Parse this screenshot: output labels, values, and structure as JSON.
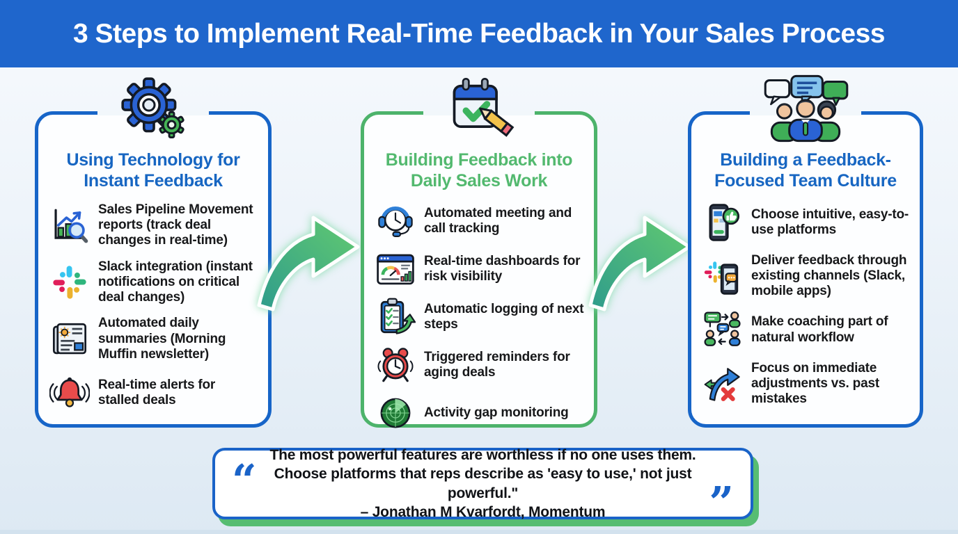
{
  "header": {
    "title": "3 Steps to Implement Real-Time Feedback in Your Sales Process"
  },
  "colors": {
    "header_bg": "#1f66cc",
    "card_border_blue": "#1765c8",
    "card_border_green": "#4db36b",
    "title_blue": "#1766c2",
    "title_green": "#53b96f",
    "body_text": "#17181a",
    "arrow_gradient_start": "#2f9c8c",
    "arrow_gradient_end": "#62ca70",
    "quote_border": "#1a63c8",
    "quote_shadow_green": "#57bd72",
    "slack_blue": "#36C5F0",
    "slack_green": "#2EB67D",
    "slack_yellow": "#ECB22E",
    "slack_red": "#E01E5A"
  },
  "cards": [
    {
      "id": "technology",
      "accent": "blue",
      "icon": "gears-icon",
      "title": "Using Technology for Instant Feedback",
      "items": [
        {
          "icon": "pipeline-chart-icon",
          "text": "Sales Pipeline Movement reports (track deal changes in real-time)"
        },
        {
          "icon": "slack-icon",
          "text": "Slack integration (instant notifications on critical deal changes)"
        },
        {
          "icon": "newsletter-icon",
          "text": "Automated daily summaries (Morning Muffin newsletter)"
        },
        {
          "icon": "alert-bell-icon",
          "text": "Real-time alerts for stalled deals"
        }
      ]
    },
    {
      "id": "daily-sales-work",
      "accent": "green",
      "icon": "calendar-check-icon",
      "title": "Building Feedback into Daily Sales Work",
      "items": [
        {
          "icon": "headset-clock-icon",
          "text": "Automated meeting and call tracking"
        },
        {
          "icon": "dashboard-gauge-icon",
          "text": "Real-time dashboards for risk visibility"
        },
        {
          "icon": "clipboard-next-steps-icon",
          "text": "Automatic logging of next steps"
        },
        {
          "icon": "alarm-clock-icon",
          "text": "Triggered reminders for aging deals"
        },
        {
          "icon": "radar-icon",
          "text": "Activity gap monitoring"
        }
      ]
    },
    {
      "id": "team-culture",
      "accent": "blue",
      "icon": "team-chat-icon",
      "title": "Building a Feedback-Focused Team Culture",
      "items": [
        {
          "icon": "phone-thumbs-up-icon",
          "text": "Choose intuitive, easy-to-use platforms"
        },
        {
          "icon": "slack-mobile-icon",
          "text": "Deliver feedback through existing channels (Slack, mobile apps)"
        },
        {
          "icon": "coaching-workflow-icon",
          "text": "Make coaching part of natural workflow"
        },
        {
          "icon": "adjust-arrow-icon",
          "text": "Focus on immediate adjustments vs. past mistakes"
        }
      ]
    }
  ],
  "quote": {
    "line1": "The most powerful features are worthless if no one uses them.",
    "line2": "Choose platforms that reps describe as 'easy to use,' not just powerful.\"",
    "attribution": "– Jonathan M Kvarfordt, Momentum"
  }
}
